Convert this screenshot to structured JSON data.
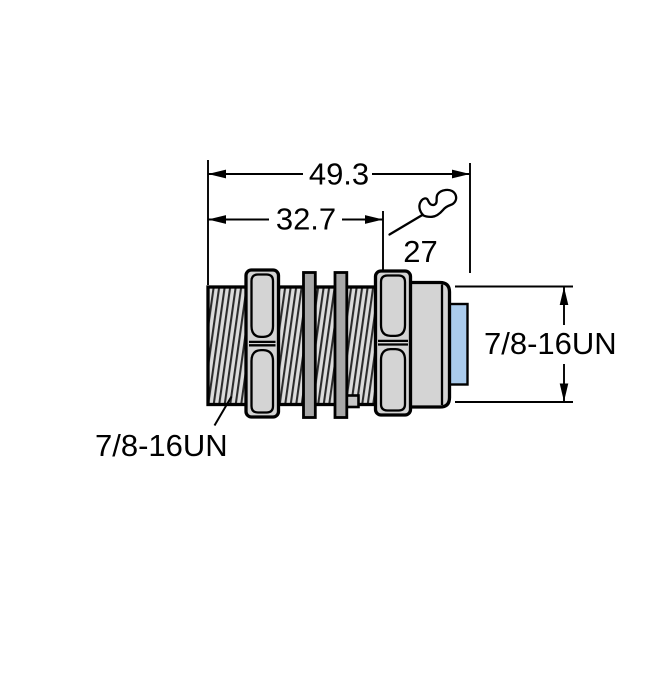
{
  "drawing": {
    "dimensions": {
      "overall_length": "49.3",
      "thread_length": "32.7",
      "wrench_size": "27",
      "thread_left": "7/8-16UN",
      "thread_right": "7/8-16UN"
    },
    "colors": {
      "line": "#000000",
      "body_gray": "#d4d4d4",
      "thread_bg": "#dcdcdc",
      "thread_line": "#2b2b2b",
      "washer_gray": "#a8a8a8",
      "tab_gray": "#c6c6c6",
      "connector_blue": "#aacbec",
      "background": "#ffffff"
    }
  }
}
